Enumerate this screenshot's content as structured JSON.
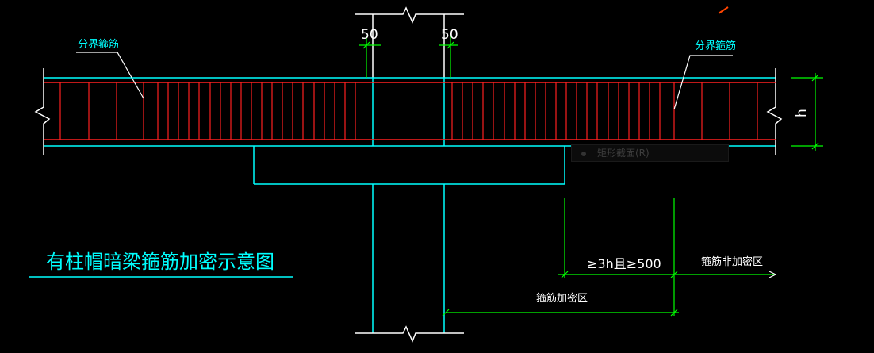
{
  "labels": {
    "dim_left": "50",
    "dim_right": "50",
    "stirrup_left": "分界箍筋",
    "stirrup_right": "分界箍筋",
    "height": "h",
    "title": "有柱帽暗梁箍筋加密示意图",
    "dense_rule": "≥3h且≥500",
    "non_dense_zone": "箍筋非加密区",
    "dense_zone": "箍筋加密区"
  },
  "tooltip": {
    "text": "矩形截面(R)"
  },
  "colors": {
    "background": "#000000",
    "cyan": "#00ffff",
    "red": "#ff2020",
    "green": "#00ff00",
    "white": "#ffffff",
    "orange": "#ff4400"
  }
}
